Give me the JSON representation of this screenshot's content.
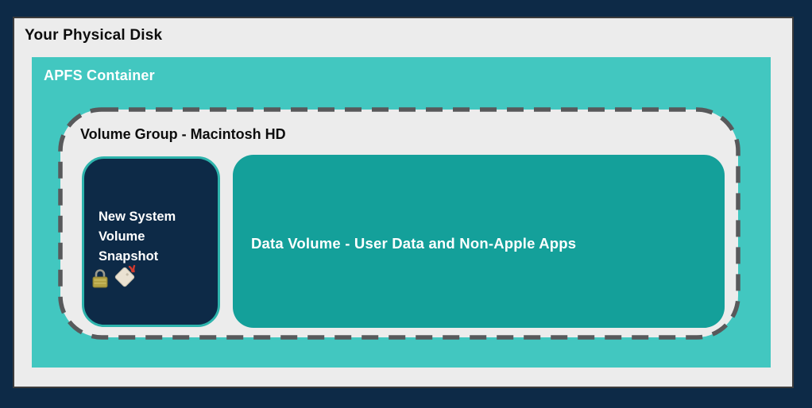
{
  "diagram": {
    "physical_disk_label": "Your Physical Disk",
    "apfs_container_label": "APFS Container",
    "volume_group_label": "Volume Group - Macintosh HD",
    "system_volume_label": "New System Volume Snapshot",
    "system_volume_lines": [
      "New System",
      "Volume",
      "Snapshot"
    ],
    "system_volume_icons": [
      "lock-icon",
      "label-icon"
    ],
    "data_volume_label": "Data Volume - User Data and Non-Apple Apps"
  },
  "colors": {
    "outer_navy": "#0d2a47",
    "panel_gray": "#ececec",
    "panel_border_dark": "#3c3c3c",
    "apfs_teal": "#42c7c0",
    "data_volume_teal": "#14a09a",
    "system_volume_navy": "#0d2a47",
    "system_volume_border_teal": "#2db3ac",
    "dashed_border_gray": "#58595b",
    "lock_gold": "#b3a344",
    "label_tag_cream": "#eae2d2",
    "label_ribbon_red": "#d23a2e",
    "text_dark": "#0d0d0d",
    "text_light": "#ffffff"
  }
}
